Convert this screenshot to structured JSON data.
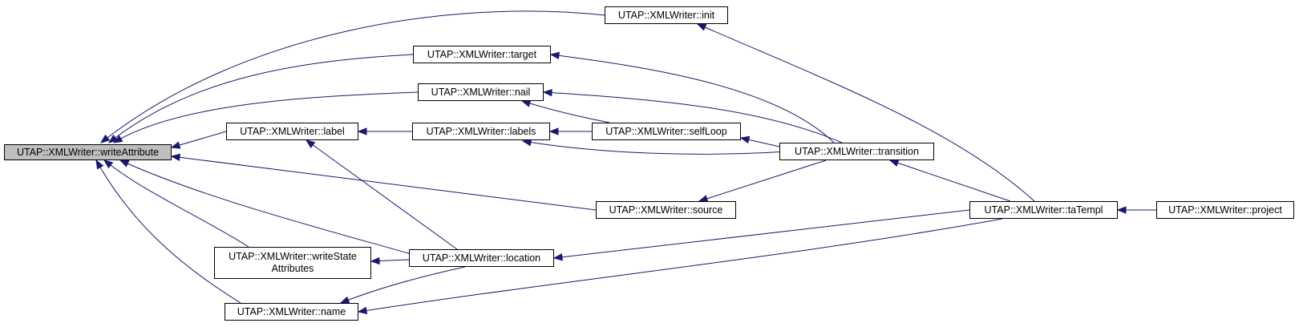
{
  "graph": {
    "edge_color": "#191970",
    "root_fill": "#bfbfbf",
    "nodes": {
      "writeAttribute": "UTAP::XMLWriter::writeAttribute",
      "init": "UTAP::XMLWriter::init",
      "target": "UTAP::XMLWriter::target",
      "nail": "UTAP::XMLWriter::nail",
      "label": "UTAP::XMLWriter::label",
      "labels": "UTAP::XMLWriter::labels",
      "selfLoop": "UTAP::XMLWriter::selfLoop",
      "transition": "UTAP::XMLWriter::transition",
      "source": "UTAP::XMLWriter::source",
      "taTempl": "UTAP::XMLWriter::taTempl",
      "project": "UTAP::XMLWriter::project",
      "writeStateAttributes": "UTAP::XMLWriter::writeState\nAttributes",
      "location": "UTAP::XMLWriter::location",
      "name": "UTAP::XMLWriter::name"
    },
    "edges": [
      [
        "init",
        "writeAttribute"
      ],
      [
        "target",
        "writeAttribute"
      ],
      [
        "nail",
        "writeAttribute"
      ],
      [
        "label",
        "writeAttribute"
      ],
      [
        "source",
        "writeAttribute"
      ],
      [
        "location",
        "writeAttribute"
      ],
      [
        "writeStateAttributes",
        "writeAttribute"
      ],
      [
        "name",
        "writeAttribute"
      ],
      [
        "labels",
        "label"
      ],
      [
        "location",
        "label"
      ],
      [
        "selfLoop",
        "labels"
      ],
      [
        "transition",
        "labels"
      ],
      [
        "selfLoop",
        "nail"
      ],
      [
        "transition",
        "nail"
      ],
      [
        "transition",
        "target"
      ],
      [
        "transition",
        "selfLoop"
      ],
      [
        "transition",
        "source"
      ],
      [
        "taTempl",
        "transition"
      ],
      [
        "taTempl",
        "init"
      ],
      [
        "taTempl",
        "location"
      ],
      [
        "taTempl",
        "name"
      ],
      [
        "location",
        "writeStateAttributes"
      ],
      [
        "location",
        "name"
      ],
      [
        "project",
        "taTempl"
      ]
    ]
  }
}
